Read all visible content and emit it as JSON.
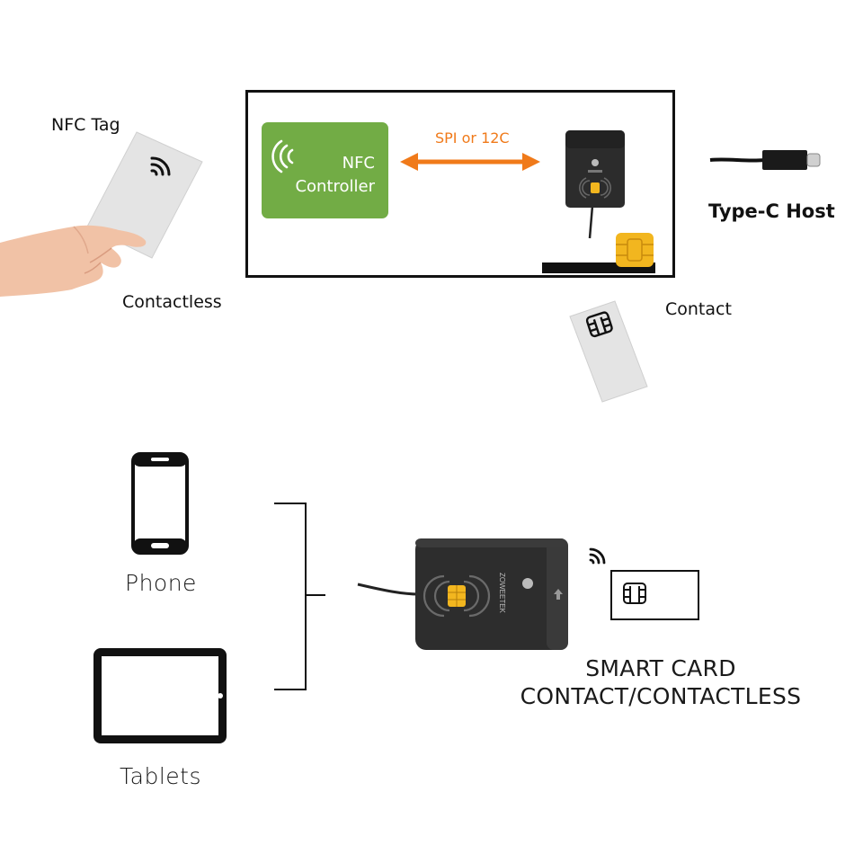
{
  "labels": {
    "nfc_tag": "NFC Tag",
    "contactless": "Contactless",
    "nfc_controller_line1": "NFC",
    "nfc_controller_line2": "Controller",
    "bus": "SPI  or 12C",
    "type_c_host": "Type-C Host",
    "contact": "Contact",
    "phone": "Phone",
    "tablets": "Tablets",
    "smart_card_line1": "SMART CARD",
    "smart_card_line2": "CONTACT/CONTACTLESS",
    "brand_vertical": "ZOWEETEK"
  },
  "colors": {
    "nfc_controller": "#72ac45",
    "arrow": "#f07a1a",
    "chip_gold": "#f2b61f",
    "card_gray": "#e2e2e2",
    "device_dark": "#2b2b2b"
  },
  "icons": [
    "nfc-wave-icon",
    "sim-chip-icon",
    "hand-image",
    "phone-icon",
    "tablet-icon",
    "usb-c-cable-icon",
    "card-reader-device"
  ]
}
